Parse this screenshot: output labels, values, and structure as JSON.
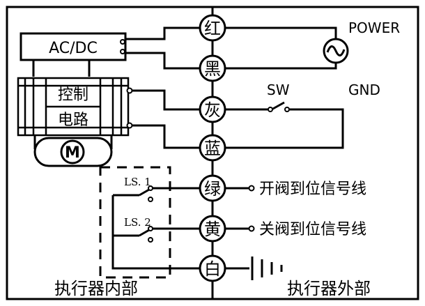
{
  "block_labels": {
    "acdc": "AC/DC",
    "control": "控制",
    "circuit": "电路",
    "motor": "M",
    "power": "POWER",
    "gnd": "GND",
    "sw": "SW",
    "ls1": "LS. 1",
    "ls2": "LS. 2"
  },
  "terminals": {
    "red": "红",
    "black": "黑",
    "gray": "灰",
    "blue": "蓝",
    "green": "绿",
    "yellow": "黄",
    "white": "白"
  },
  "signals": {
    "open": "开阀到位信号线",
    "close": "关阀到位信号线"
  },
  "regions": {
    "inside": "执行器内部",
    "outside": "执行器外部"
  }
}
